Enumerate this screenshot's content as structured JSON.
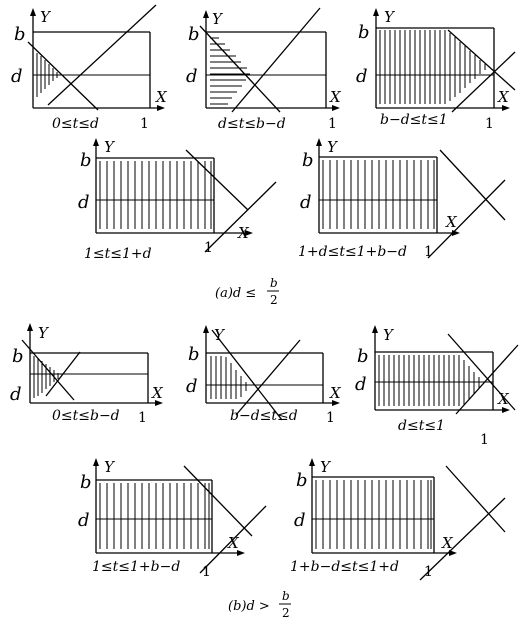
{
  "axis_labels": {
    "y": "Y",
    "x": "X",
    "b": "b",
    "d": "d",
    "one": "1"
  },
  "part_a": {
    "caption_prefix": "(a)d ≤ ",
    "frac_num": "b",
    "frac_den": "2",
    "panels": [
      {
        "range": "0≤t≤d"
      },
      {
        "range": "d≤t≤b−d"
      },
      {
        "range": "b−d≤t≤1"
      },
      {
        "range": "1≤t≤1+d"
      },
      {
        "range": "1+d≤t≤1+b−d"
      }
    ]
  },
  "part_b": {
    "caption_prefix": "(b)d > ",
    "frac_num": "b",
    "frac_den": "2",
    "panels": [
      {
        "range": "0≤t≤b−d"
      },
      {
        "range": "b−d≤t≤d"
      },
      {
        "range": "d≤t≤1"
      },
      {
        "range": "1≤t≤1+b−d"
      },
      {
        "range": "1+b−d≤t≤1+d"
      }
    ]
  }
}
